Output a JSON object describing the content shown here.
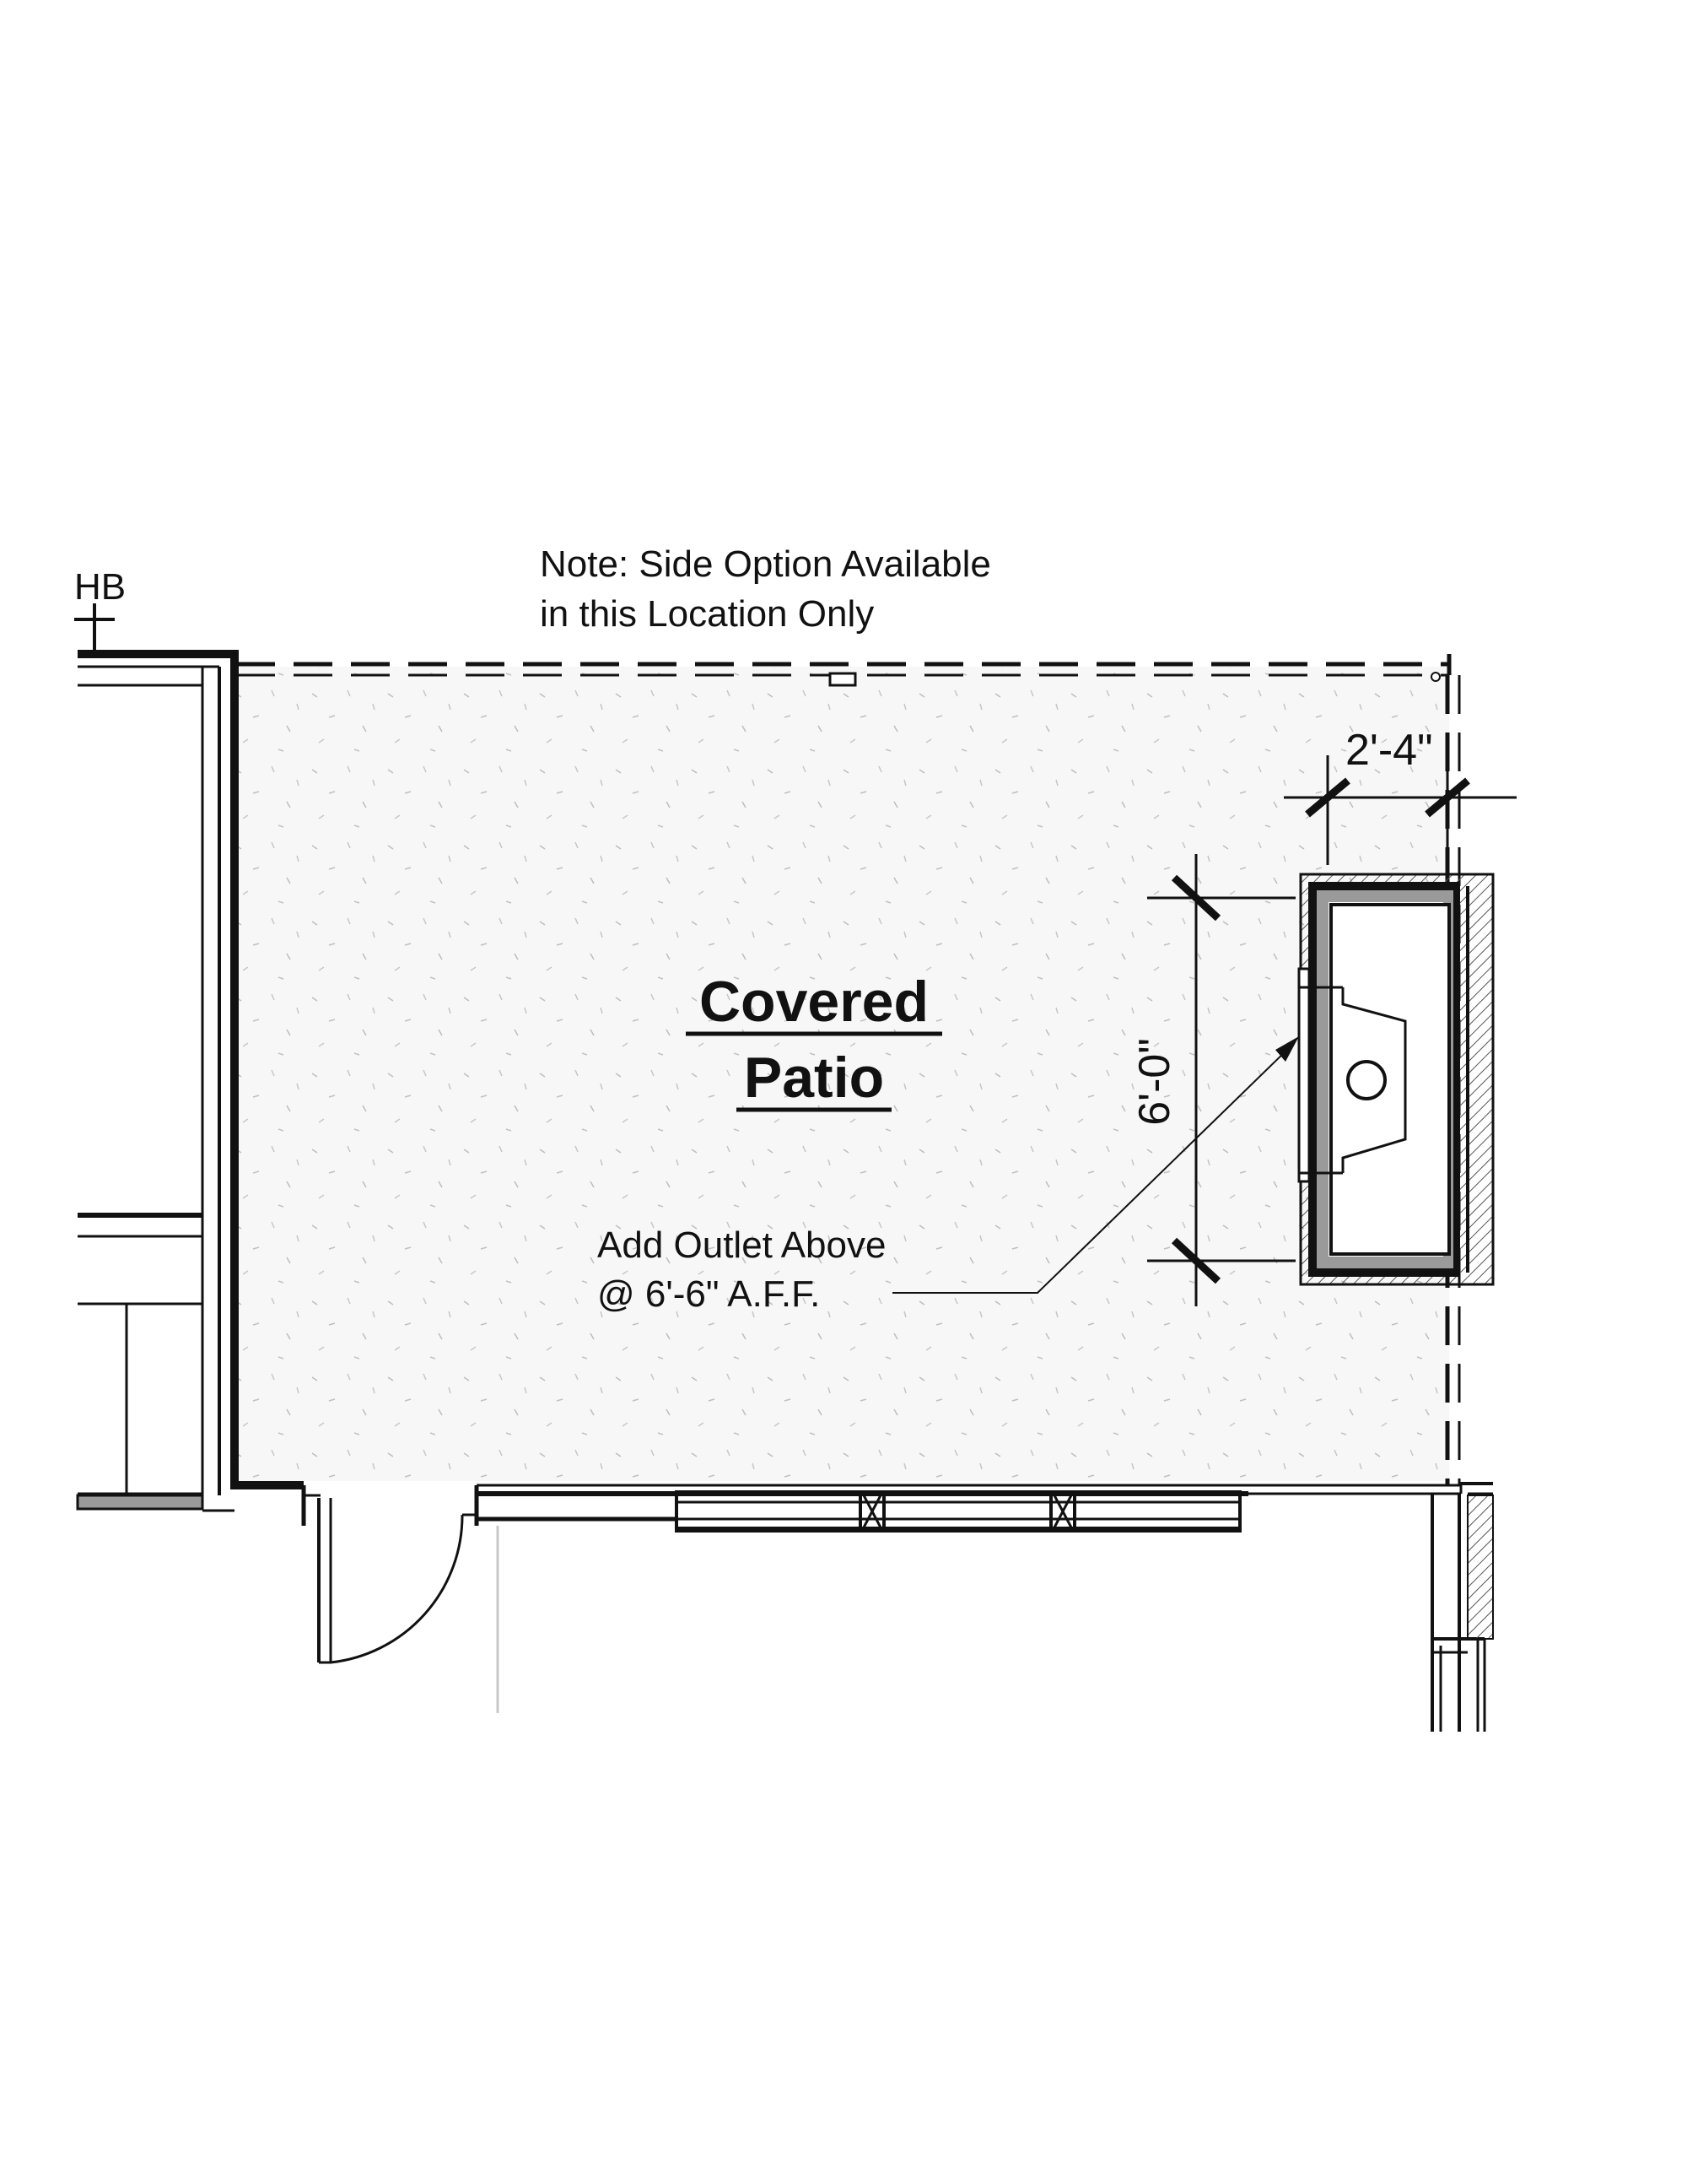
{
  "plan": {
    "hose_bib_label": "HB",
    "note_line1": "Note: Side Option Available",
    "note_line2": "in this Location Only",
    "room_name_line1": "Covered",
    "room_name_line2": "Patio",
    "dimension_width": "2'-4\"",
    "dimension_length": "6'-0\"",
    "outlet_note_line1": "Add Outlet Above",
    "outlet_note_line2": "@ 6'-6\" A.F.F."
  }
}
